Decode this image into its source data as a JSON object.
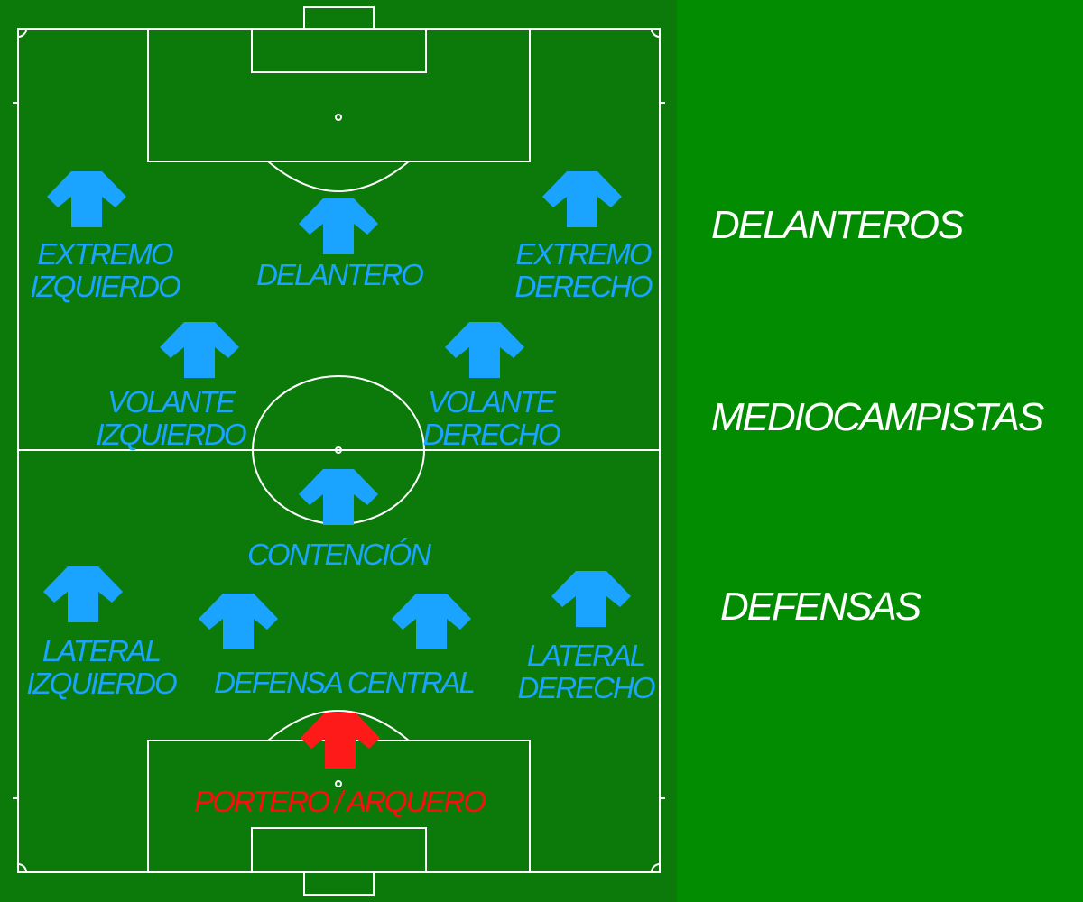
{
  "colors": {
    "pitch": "#0b7a0b",
    "outside": "#018c01",
    "lines": "#ffffff",
    "player": "#1aa3ff",
    "goalkeeper": "#ff1a1a"
  },
  "players": [
    {
      "id": "extremo-izquierdo",
      "line1": "EXTREMO",
      "line2": "IZQUIERDO",
      "role": "player"
    },
    {
      "id": "delantero",
      "line1": "DELANTERO",
      "line2": "",
      "role": "player"
    },
    {
      "id": "extremo-derecho",
      "line1": "EXTREMO",
      "line2": "DERECHO",
      "role": "player"
    },
    {
      "id": "volante-izquierdo",
      "line1": "VOLANTE",
      "line2": "IZQUIERDO",
      "role": "player"
    },
    {
      "id": "volante-derecho",
      "line1": "VOLANTE",
      "line2": "DERECHO",
      "role": "player"
    },
    {
      "id": "contencion",
      "line1": "CONTENCIÓN",
      "line2": "",
      "role": "player"
    },
    {
      "id": "lateral-izquierdo",
      "line1": "LATERAL",
      "line2": "IZQUIERDO",
      "role": "player"
    },
    {
      "id": "defensa-central-izquierdo",
      "line1": "",
      "line2": "",
      "role": "player"
    },
    {
      "id": "defensa-central-derecho",
      "line1": "",
      "line2": "",
      "role": "player"
    },
    {
      "id": "lateral-derecho",
      "line1": "LATERAL",
      "line2": "DERECHO",
      "role": "player"
    },
    {
      "id": "portero",
      "line1": "PORTERO / ARQUERO",
      "line2": "",
      "role": "goalkeeper"
    }
  ],
  "shared_labels": {
    "defensa_central": "DEFENSA CENTRAL"
  },
  "groups": {
    "delanteros": "DELANTEROS",
    "mediocampistas": "MEDIOCAMPISTAS",
    "defensas": "DEFENSAS"
  }
}
